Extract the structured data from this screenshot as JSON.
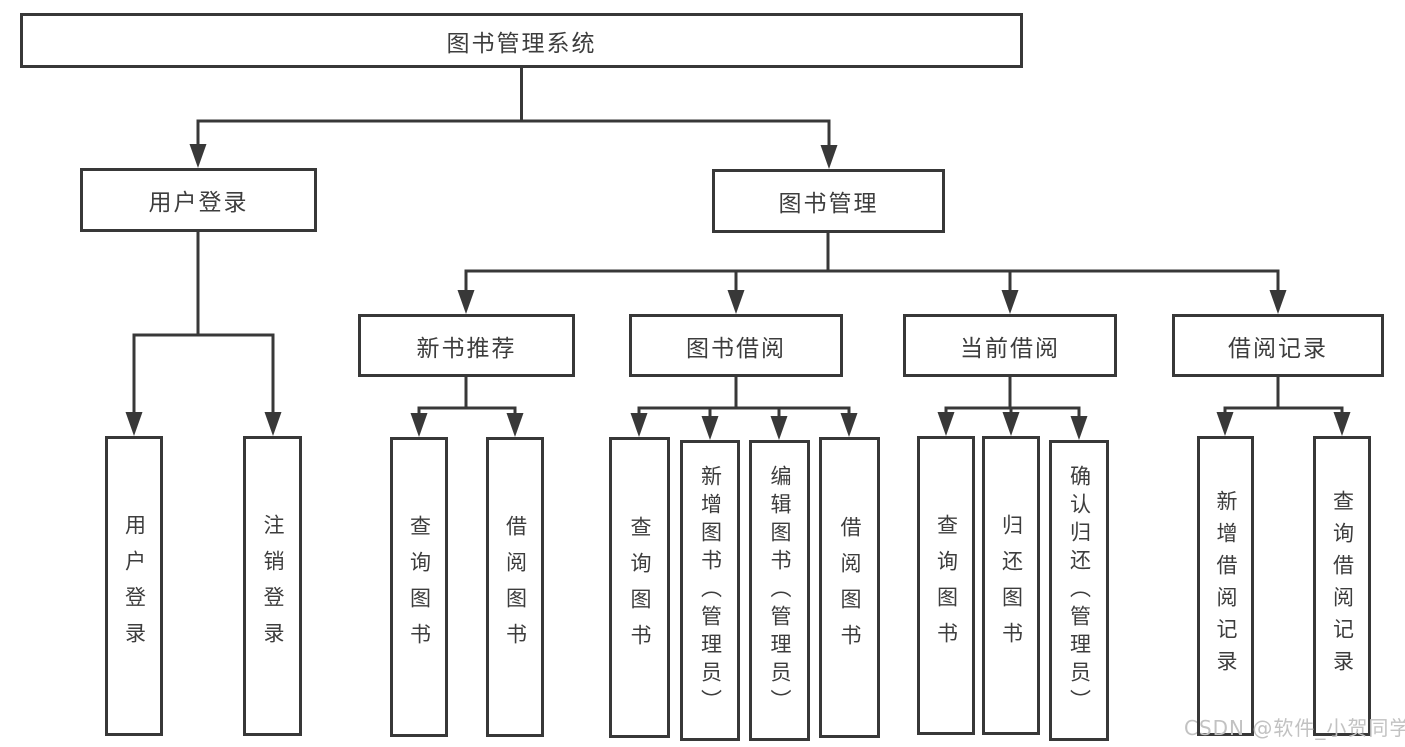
{
  "diagram_title": "图书管理系统",
  "colors": {
    "line": "#383838",
    "box_border": "#383838",
    "text": "#3d3d3d",
    "background": "#ffffff",
    "watermark": "#c2c2c2"
  },
  "nodes": {
    "root": {
      "label": "图书管理系统"
    },
    "login": {
      "label": "用户登录"
    },
    "mgmt": {
      "label": "图书管理"
    },
    "rec": {
      "label": "新书推荐"
    },
    "borrow": {
      "label": "图书借阅"
    },
    "current": {
      "label": "当前借阅"
    },
    "record": {
      "label": "借阅记录"
    },
    "leaf_login": {
      "label": "用户登录"
    },
    "leaf_logout": {
      "label": "注销登录"
    },
    "rec_query": {
      "label": "查询图书"
    },
    "rec_borrow": {
      "label": "借阅图书"
    },
    "borrow_query": {
      "label": "查询图书"
    },
    "borrow_add": {
      "label": "新增图书（管理员）"
    },
    "borrow_edit": {
      "label": "编辑图书（管理员）"
    },
    "borrow_borrow": {
      "label": "借阅图书"
    },
    "current_query": {
      "label": "查询图书"
    },
    "current_return": {
      "label": "归还图书"
    },
    "current_confirm": {
      "label": "确认归还（管理员）"
    },
    "record_add": {
      "label": "新增借阅记录"
    },
    "record_query": {
      "label": "查询借阅记录"
    }
  },
  "edges": [
    [
      "root",
      "login"
    ],
    [
      "root",
      "mgmt"
    ],
    [
      "login",
      "leaf_login"
    ],
    [
      "login",
      "leaf_logout"
    ],
    [
      "mgmt",
      "rec"
    ],
    [
      "mgmt",
      "borrow"
    ],
    [
      "mgmt",
      "current"
    ],
    [
      "mgmt",
      "record"
    ],
    [
      "rec",
      "rec_query"
    ],
    [
      "rec",
      "rec_borrow"
    ],
    [
      "borrow",
      "borrow_query"
    ],
    [
      "borrow",
      "borrow_add"
    ],
    [
      "borrow",
      "borrow_edit"
    ],
    [
      "borrow",
      "borrow_borrow"
    ],
    [
      "current",
      "current_query"
    ],
    [
      "current",
      "current_return"
    ],
    [
      "current",
      "current_confirm"
    ],
    [
      "record",
      "record_add"
    ],
    [
      "record",
      "record_query"
    ]
  ],
  "watermark": {
    "text": "CSDN @软件_小贺同学"
  }
}
